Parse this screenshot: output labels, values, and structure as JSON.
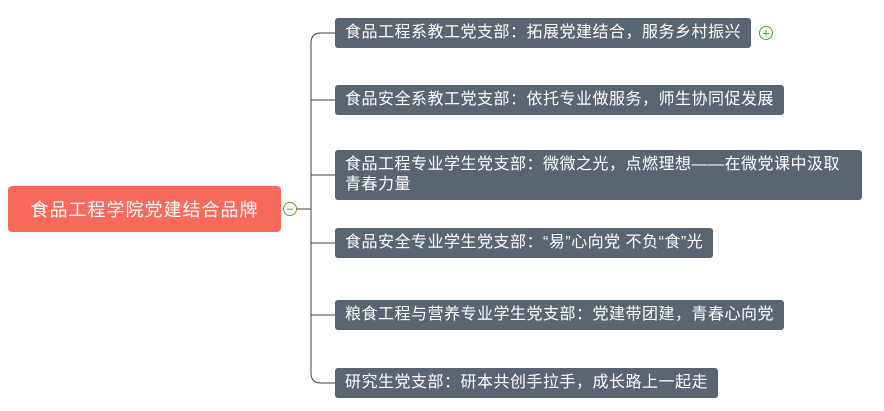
{
  "root": {
    "label": "食品工程学院党建结合品牌"
  },
  "branches": [
    {
      "label": "食品工程系教工党支部：拓展党建结合，服务乡村振兴"
    },
    {
      "label": "食品安全系教工党支部：依托专业做服务，师生协同促发展"
    },
    {
      "label": "食品工程专业学生党支部：微微之光，点燃理想——在微党课中汲取青春力量"
    },
    {
      "label": "食品安全专业学生党支部：“易”心向党 不负“食”光"
    },
    {
      "label": "粮食工程与营养专业学生党支部：党建带团建，青春心向党"
    },
    {
      "label": "研究生党支部：研本共创手拉手，成长路上一起走"
    }
  ],
  "icons": {
    "collapse": "−",
    "expand": "+"
  },
  "colors": {
    "root_bg": "#f9695c",
    "branch_bg": "#596672",
    "accent_green": "#52a636",
    "line": "#3f3f3f"
  }
}
